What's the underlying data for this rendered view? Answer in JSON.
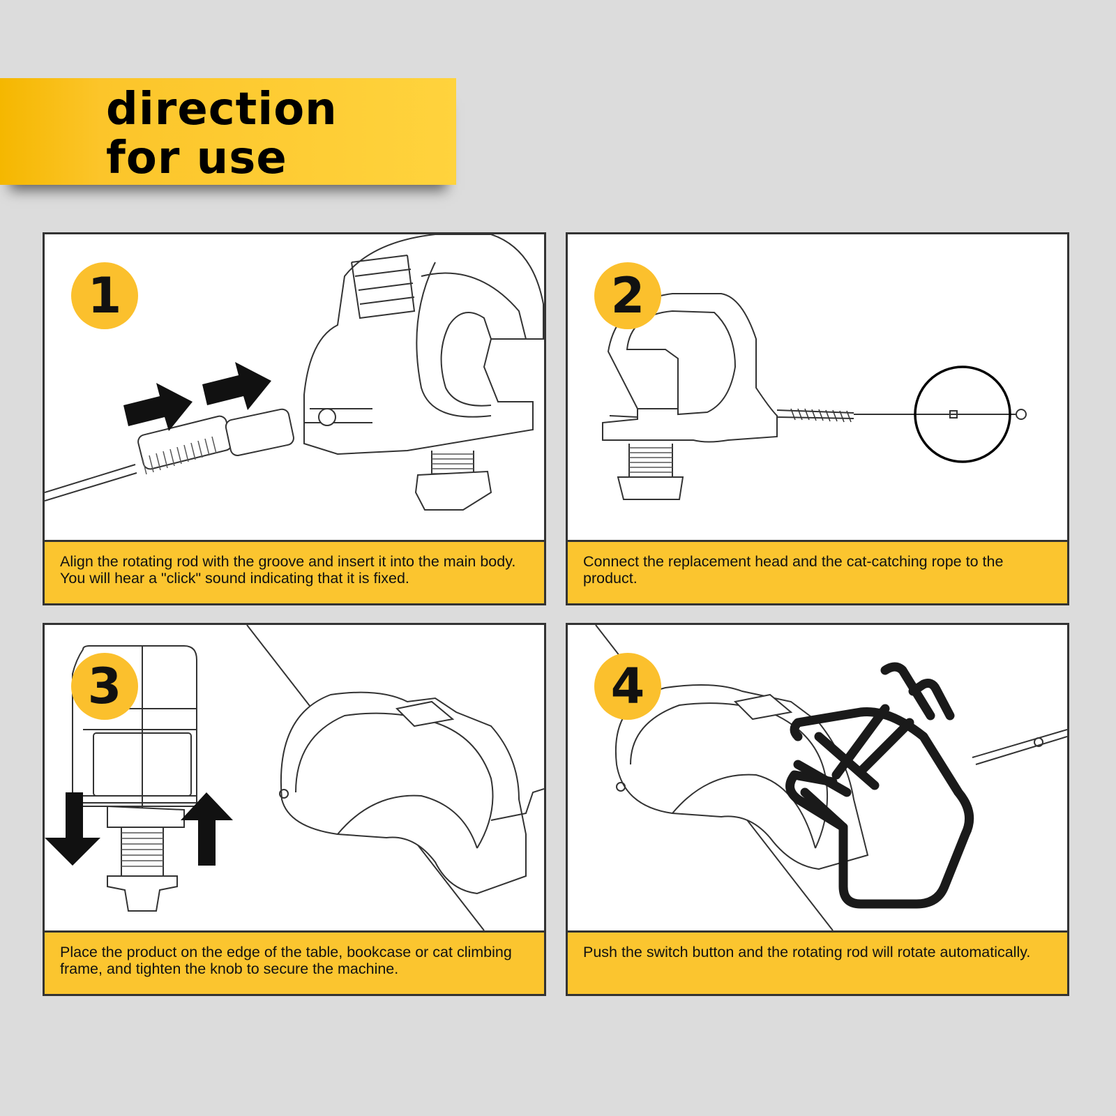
{
  "header": {
    "title_line1": "direction",
    "title_line2": "for use"
  },
  "steps": [
    {
      "number": "1",
      "text": "Align the rotating rod with the groove and insert it into the main body. You will hear a \"click\" sound indicating that it is fixed."
    },
    {
      "number": "2",
      "text": "Connect the replacement head and the cat-catching rope to the product."
    },
    {
      "number": "3",
      "text": "Place the product on the edge of the table, bookcase or cat climbing frame, and tighten the knob to secure the machine."
    },
    {
      "number": "4",
      "text": "Push the switch button and the rotating rod will rotate automatically."
    }
  ],
  "colors": {
    "accent": "#fbc52f",
    "background": "#dcdcdc",
    "border": "#333333"
  },
  "icons": [
    "arrow-right-icon",
    "arrow-down-icon",
    "arrow-up-icon",
    "pointing-hand-icon"
  ]
}
